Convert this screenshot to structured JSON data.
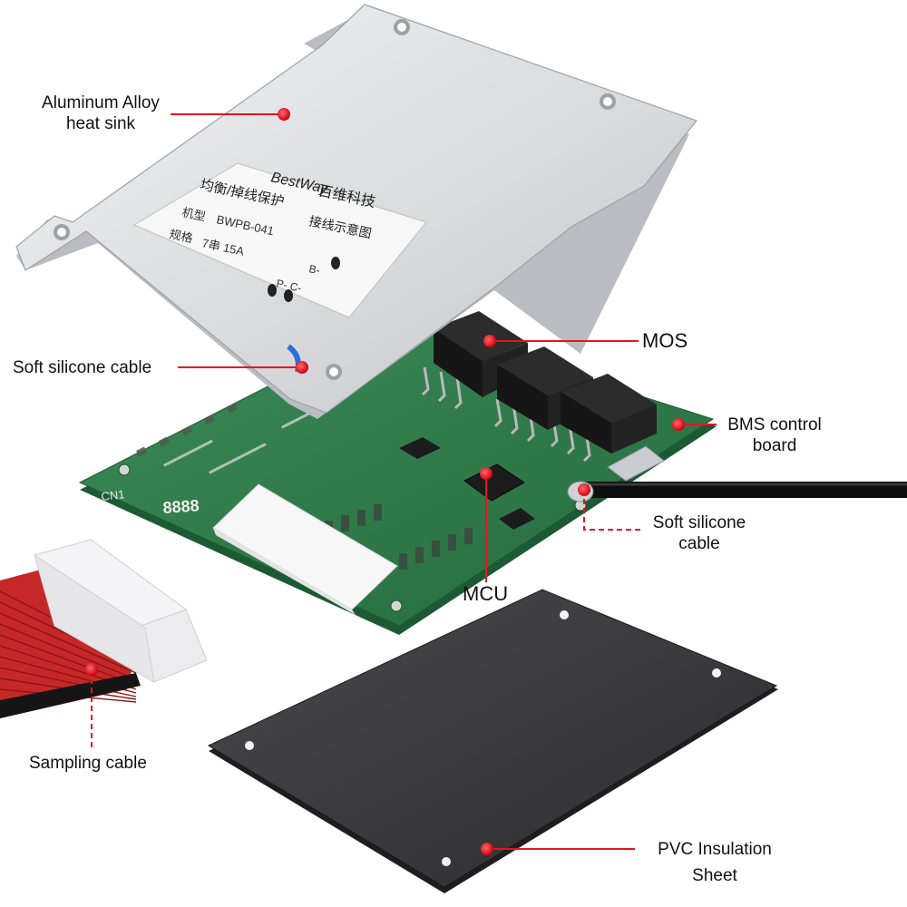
{
  "labels": {
    "heat_sink": [
      "Aluminum Alloy",
      "heat sink"
    ],
    "soft_silicone_left": "Soft silicone cable",
    "mos": "MOS",
    "bms_board": [
      "BMS control",
      "board"
    ],
    "soft_silicone_right": [
      "Soft silicone",
      "cable"
    ],
    "mcu": "MCU",
    "sampling_cable": "Sampling cable",
    "pvc_sheet": [
      "PVC Insulation",
      "Sheet"
    ]
  },
  "sticker": {
    "brand": "BestWay",
    "company": "百维科技",
    "line1": "均衡/掉线保护",
    "line1_right": "接线示意图",
    "model_key": "机型",
    "model_value": "BWPB-041",
    "spec_key": "规格",
    "spec_value": "7串 15A",
    "b_minus": "B-",
    "p_c_minus": "P- C-"
  },
  "pcb_marks": {
    "connector": "CN1",
    "pad_digits": "8888"
  },
  "colors": {
    "leader": "#e8141c",
    "dot": "#e8141c",
    "heat_sink": "#dcdde0",
    "pcb": "#2f7a4a",
    "pvc": "#3a3a3c",
    "mos": "#2a2a2a",
    "cable": "#111111",
    "ribbon": "#d32f2f"
  }
}
